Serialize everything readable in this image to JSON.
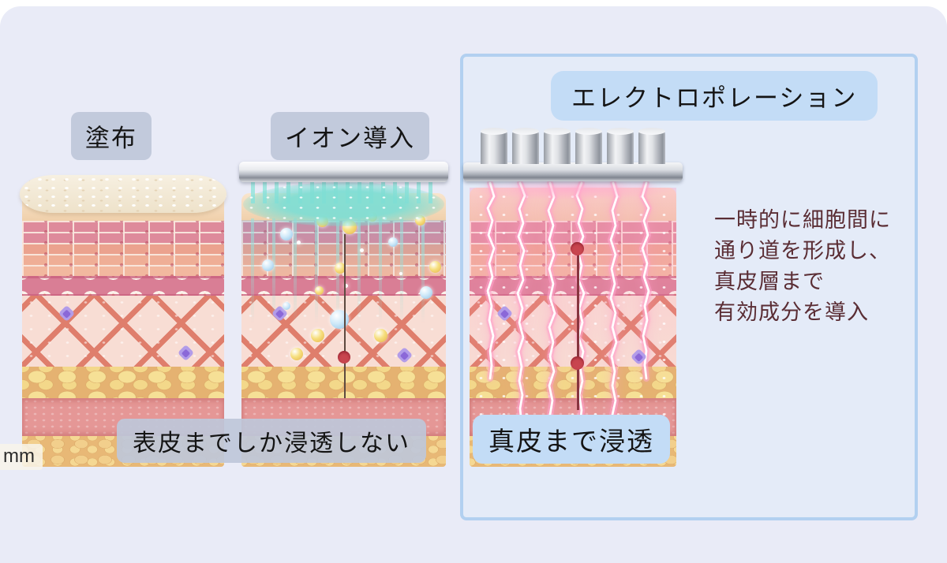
{
  "panels": [
    {
      "label": "塗布"
    },
    {
      "label": "イオン導入"
    },
    {
      "label": "エレクトロポレーション"
    }
  ],
  "captions": {
    "shallow": "表皮までしか浸透しない",
    "deep": "真皮まで浸透"
  },
  "description": "一時的に細胞間に\n通り道を形成し、\n真皮層まで\n有効成分を導入",
  "watermark": "mm",
  "colors": {
    "page": "#ffffff",
    "bg": "#e9ebf7",
    "hl_border": "#b2d0f0",
    "hl_fill": "#e4ebf8",
    "badge_blue": "#c3dcf6",
    "maroon": "#5a2d34",
    "depth_marker": "#c8454f"
  }
}
